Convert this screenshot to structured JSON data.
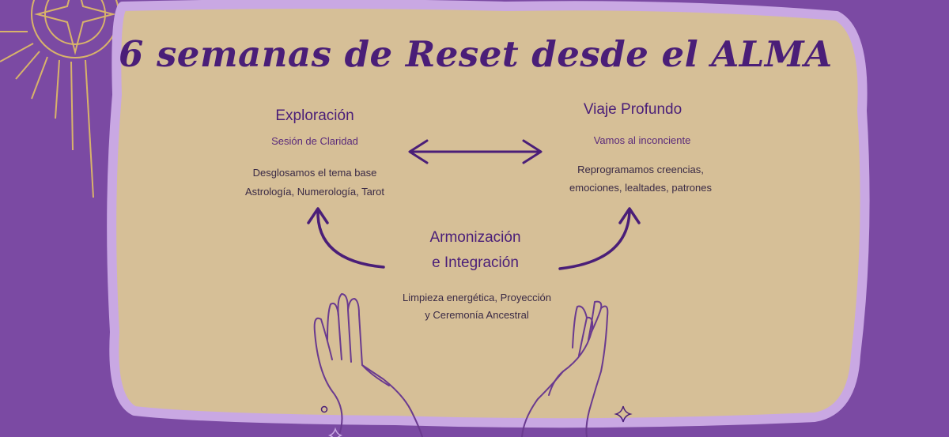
{
  "title": "6 semanas de Reset desde el ALMA",
  "colors": {
    "background": "#7b4aa3",
    "panel": "#d6bf97",
    "panel_border": "#c9a8e3",
    "ink": "#4a1e78",
    "decor_lines": "#d8b36a"
  },
  "exploracion": {
    "title": "Exploración",
    "subtitle": "Sesión de Claridad",
    "line1": "Desglosamos el tema base",
    "line2": "Astrología, Numerología, Tarot"
  },
  "viaje": {
    "title": "Viaje Profundo",
    "subtitle": "Vamos al inconciente",
    "line1": "Reprogramamos creencias,",
    "line2": "emociones, lealtades, patrones"
  },
  "armonizacion": {
    "title_line1": "Armonización",
    "title_line2": "e Integración",
    "line1": "Limpieza energética, Proyección",
    "line2": "y Ceremonía Ancestral"
  },
  "icons": [
    "eye-sun-icon",
    "double-arrow-icon",
    "curved-arrow-left-icon",
    "curved-arrow-right-icon",
    "open-hands-icon",
    "sparkle-icon",
    "small-circle-icon"
  ]
}
